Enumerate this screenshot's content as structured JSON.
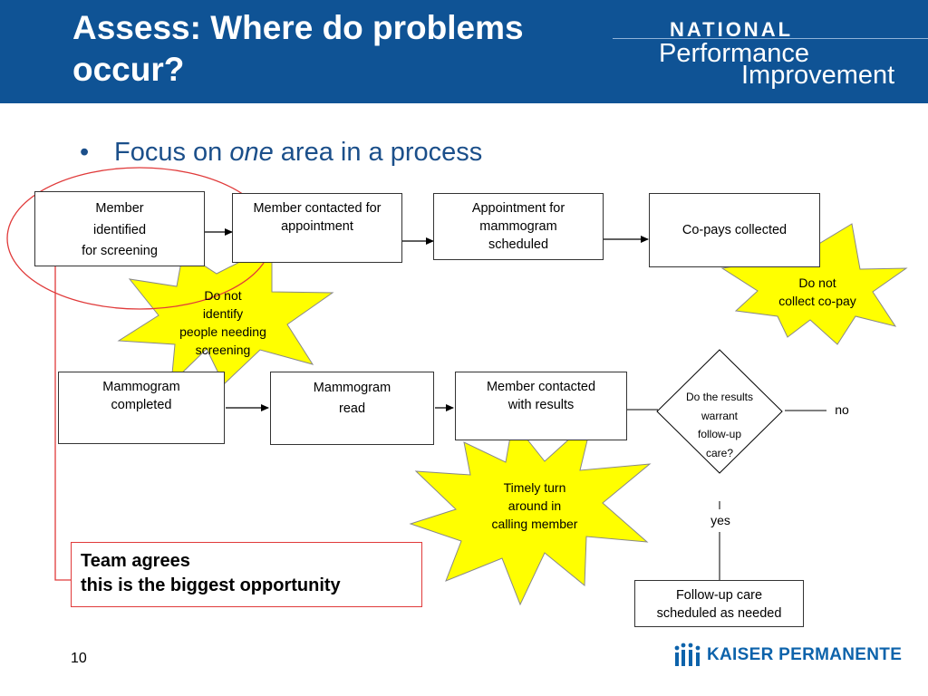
{
  "header": {
    "title": "Assess:  Where do problems occur?",
    "logo_national": "NATIONAL",
    "logo_performance": "Performance",
    "logo_improvement": "Improvement"
  },
  "bullet": {
    "marker": "•",
    "before": "Focus on ",
    "emphasis": "one",
    "after": " area in a process"
  },
  "process": {
    "step1": [
      "Member",
      "identified",
      "for screening"
    ],
    "step2": [
      "Member contacted for",
      "appointment"
    ],
    "step3": [
      "Appointment for",
      "mammogram",
      "scheduled"
    ],
    "step4": [
      "Co-pays collected"
    ],
    "step5": [
      "Mammogram",
      "completed"
    ],
    "step6": [
      "Mammogram",
      "read"
    ],
    "step7": [
      "Member contacted",
      "with results"
    ],
    "decision": [
      "Do the results",
      "warrant",
      "follow-up",
      "care?"
    ],
    "label_no": "no",
    "label_yes": "yes",
    "step8": [
      "Follow-up care",
      "scheduled as needed"
    ]
  },
  "problems": {
    "identify": [
      "Do not",
      "identify",
      "people needing",
      "screening"
    ],
    "copay": [
      "Do not",
      "collect co-pay"
    ],
    "turnaround": [
      "Timely turn",
      "around in",
      "calling member"
    ]
  },
  "team": [
    "Team agrees",
    "this is the biggest opportunity"
  ],
  "page_number": "10",
  "footer_logo": "KAISER PERMANENTE",
  "colors": {
    "header_bg": "#0f5395",
    "bullet_text": "#1b4f8a",
    "highlight_red": "#e03a3a",
    "starburst_fill": "#ffff00",
    "kp_blue": "#0d63ab"
  }
}
